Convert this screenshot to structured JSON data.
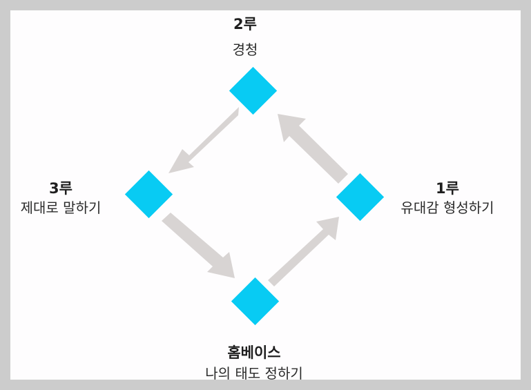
{
  "colors": {
    "diamond": "#08cbf3",
    "arrow": "#d8d4d3"
  },
  "bases": {
    "second": {
      "title": "2루",
      "subtitle": "경청"
    },
    "third": {
      "title": "3루",
      "subtitle": "제대로 말하기"
    },
    "first": {
      "title": "1루",
      "subtitle": "유대감 형성하기"
    },
    "home": {
      "title": "홈베이스",
      "subtitle": "나의 태도 정하기"
    }
  },
  "cycle_order": [
    "home",
    "first",
    "second",
    "third"
  ]
}
